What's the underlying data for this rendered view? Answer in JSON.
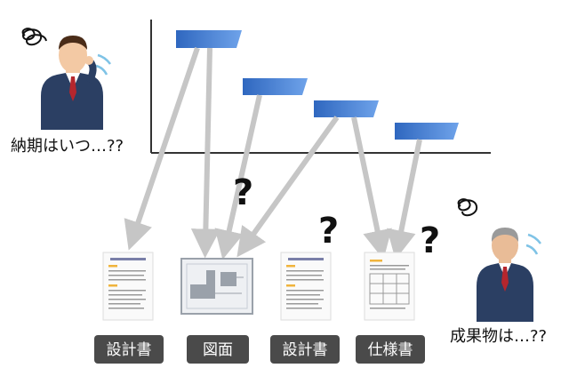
{
  "people": {
    "left": {
      "caption": "納期はいつ…??"
    },
    "right": {
      "caption": "成果物は…??"
    }
  },
  "documents": [
    {
      "label": "設計書",
      "kind": "design-doc"
    },
    {
      "label": "図面",
      "kind": "drawing"
    },
    {
      "label": "設計書",
      "kind": "design-doc"
    },
    {
      "label": "仕様書",
      "kind": "spec-doc"
    }
  ],
  "question_marks": [
    "?",
    "?",
    "?"
  ],
  "colors": {
    "task_bar": "#3a7bd5",
    "arrow": "#c8c8c8",
    "pill_bg": "#4a4a4a",
    "doc_header": "#7a7fa8",
    "doc_highlight": "#f0b43c",
    "suit": "#2b3f63",
    "tie": "#b5262d"
  }
}
